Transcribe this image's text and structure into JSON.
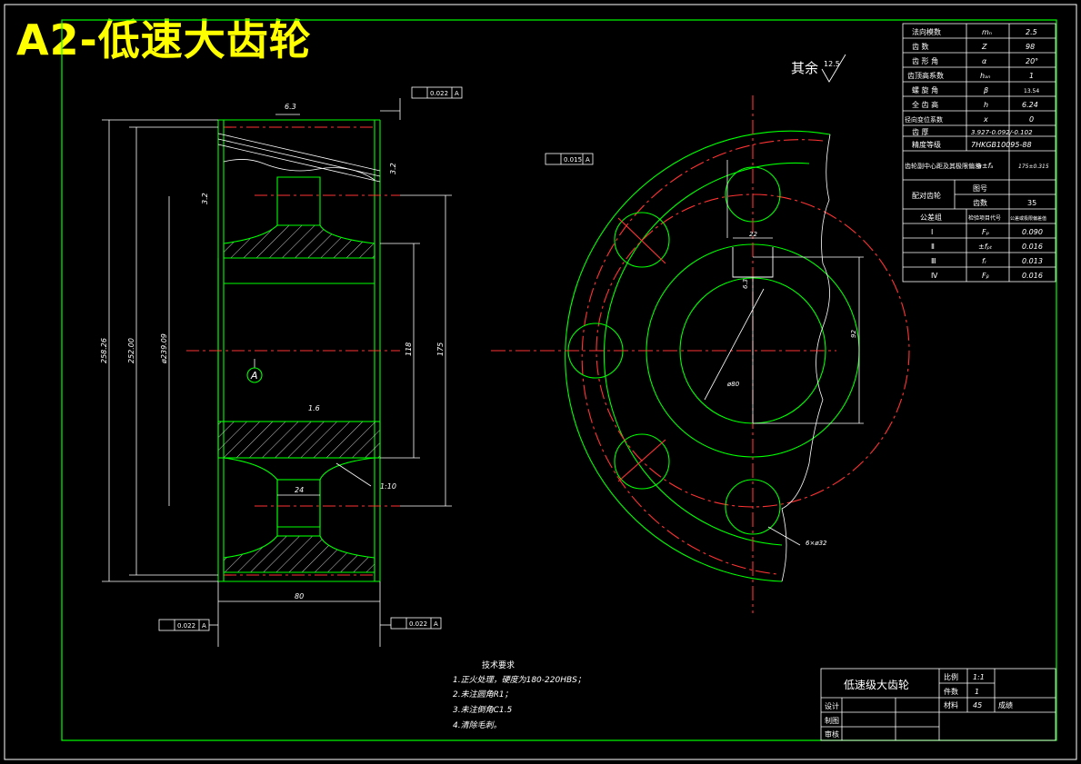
{
  "title": "A2-低速大齿轮",
  "roughness_note": {
    "label": "其余",
    "value": "12.5"
  },
  "params": [
    {
      "name": "法向模数",
      "symbol": "mₙ",
      "value": "2.5"
    },
    {
      "name": "齿  数",
      "symbol": "Z",
      "value": "98"
    },
    {
      "name": "齿 形 角",
      "symbol": "α",
      "value": "20°"
    },
    {
      "name": "齿顶高系数",
      "symbol": "hₐₙ",
      "value": "1"
    },
    {
      "name": "螺 旋 角",
      "symbol": "β",
      "value": "13.54"
    },
    {
      "name": "全 齿 高",
      "symbol": "h",
      "value": "6.24"
    },
    {
      "name": "径向变位系数",
      "symbol": "x",
      "value": "0"
    },
    {
      "name": "齿  厚",
      "symbol": "",
      "value": "3.927-0.092/-0.102"
    },
    {
      "name": "精度等级",
      "symbol": "",
      "value": "7HKGB10095-88"
    },
    {
      "name": "齿轮副中心距及其极限偏差",
      "symbol": "a±fₐ",
      "value": "175±0.315"
    }
  ],
  "mating": {
    "label": "配对齿轮",
    "fig_label": "图号",
    "teeth_label": "齿数",
    "teeth": "35"
  },
  "tolerance_header": [
    "公差组",
    "检验项目代号",
    "公差或极限偏差值"
  ],
  "tolerances": [
    {
      "group": "Ⅰ",
      "symbol": "Fₚ",
      "value": "0.090"
    },
    {
      "group": "Ⅱ",
      "symbol": "±fₚₜ",
      "value": "0.016"
    },
    {
      "group": "Ⅲ",
      "symbol": "fᵣ",
      "value": "0.013"
    },
    {
      "group": "Ⅳ",
      "symbol": "Fᵦ",
      "value": "0.016"
    }
  ],
  "tech_req": {
    "title": "技术要求",
    "lines": [
      "1.正火处理，硬度为180-220HBS；",
      "2.未注圆角R1；",
      "3.未注倒角C1.5",
      "4.清除毛刺。"
    ]
  },
  "title_block": {
    "name": "低速级大齿轮",
    "scale_label": "比例",
    "scale": "1:1",
    "count_label": "件数",
    "count": "1",
    "material_label": "材料",
    "material": "45",
    "material_note": "成绩",
    "design": "设计",
    "draw": "制图",
    "check": "审核"
  },
  "dims": {
    "od": "258.26",
    "root": "252.00",
    "hub_pcd": "ø239.09",
    "inner": "118",
    "face": "175",
    "width": "80",
    "hub": "24",
    "ratio": "1:10",
    "rough_a": "6.3",
    "rough_b": "3.2",
    "rough_c": "3.2",
    "rough_d": "1.6",
    "keyway": "22",
    "keyway_h": "6.3",
    "bore_dim": "92",
    "bore": "ø80",
    "holes": "6×ø32",
    "runout": "0.022",
    "datum": "A",
    "radial": "0.015"
  }
}
